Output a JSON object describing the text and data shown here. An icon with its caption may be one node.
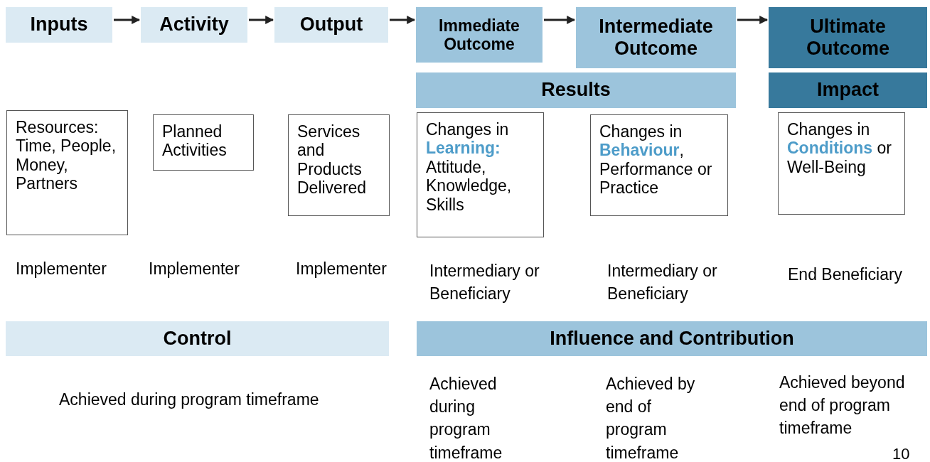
{
  "diagram": {
    "nodes": [
      {
        "text": [
          "Inputs"
        ]
      },
      {
        "text": [
          "Activity"
        ]
      },
      {
        "text": [
          "Output"
        ]
      },
      {
        "text": [
          "Immediate Outcome"
        ]
      },
      {
        "text": [
          "Intermediate Outcome"
        ]
      },
      {
        "text": [
          "Ultimate Outcome"
        ]
      },
      {
        "text": [
          "Results"
        ]
      },
      {
        "text": [
          "Impact"
        ]
      },
      {
        "text": [
          "Resources: Time, People, Money, Partners"
        ]
      },
      {
        "text": [
          "Planned Activities"
        ]
      },
      {
        "text": [
          "Services and Products Delivered"
        ]
      },
      {
        "text": [
          "Changes in **Learning:** Attitude, Knowledge, Skills"
        ]
      },
      {
        "text": [
          "Changes in **Behaviour**, Performance or Practice"
        ]
      },
      {
        "text": [
          "Changes in **Conditions** or Well-Being"
        ]
      },
      {
        "text": [
          "Control"
        ]
      },
      {
        "text": [
          "Influence and Contribution"
        ]
      }
    ],
    "edges": [
      {
        "from": 0,
        "to": 1,
        "arrow": "to"
      },
      {
        "from": 1,
        "to": 2,
        "arrow": "to"
      },
      {
        "from": 2,
        "to": 3,
        "arrow": "to"
      },
      {
        "from": 3,
        "to": 4,
        "arrow": "to"
      },
      {
        "from": 4,
        "to": 5,
        "arrow": "to"
      }
    ],
    "labels": [
      "Implementer",
      "Implementer",
      "Implementer",
      "Intermediary or Beneficiary",
      "Intermediary or Beneficiary",
      "End Beneficiary",
      "Achieved during program timeframe",
      "Achieved during program timeframe",
      "Achieved by end of program timeframe",
      "Achieved beyond end of program timeframe",
      "10"
    ]
  }
}
